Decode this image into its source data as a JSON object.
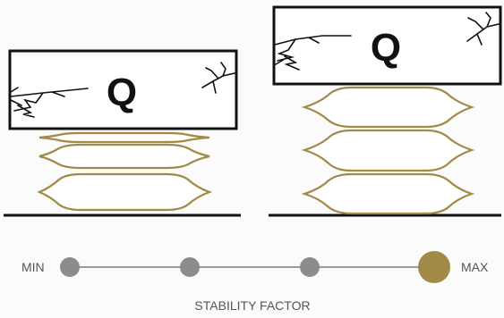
{
  "colors": {
    "background": "#fbfbfb",
    "outline": "#111111",
    "bag": "#a08a46",
    "bag_fill": "#ffffff",
    "track": "#9a9a9a",
    "dot_inactive": "#8c8c8c",
    "dot_active": "#a08a46",
    "label": "#555555"
  },
  "diagram": {
    "stacks": [
      {
        "id": "left-stack",
        "box_letter": "Q",
        "bag_count": 3,
        "bag_style": "compressed"
      },
      {
        "id": "right-stack",
        "box_letter": "Q",
        "bag_count": 3,
        "bag_style": "full"
      }
    ]
  },
  "scale": {
    "min_label": "MIN",
    "max_label": "MAX",
    "title": "STABILITY FACTOR",
    "steps": 4,
    "active_step": 4
  }
}
